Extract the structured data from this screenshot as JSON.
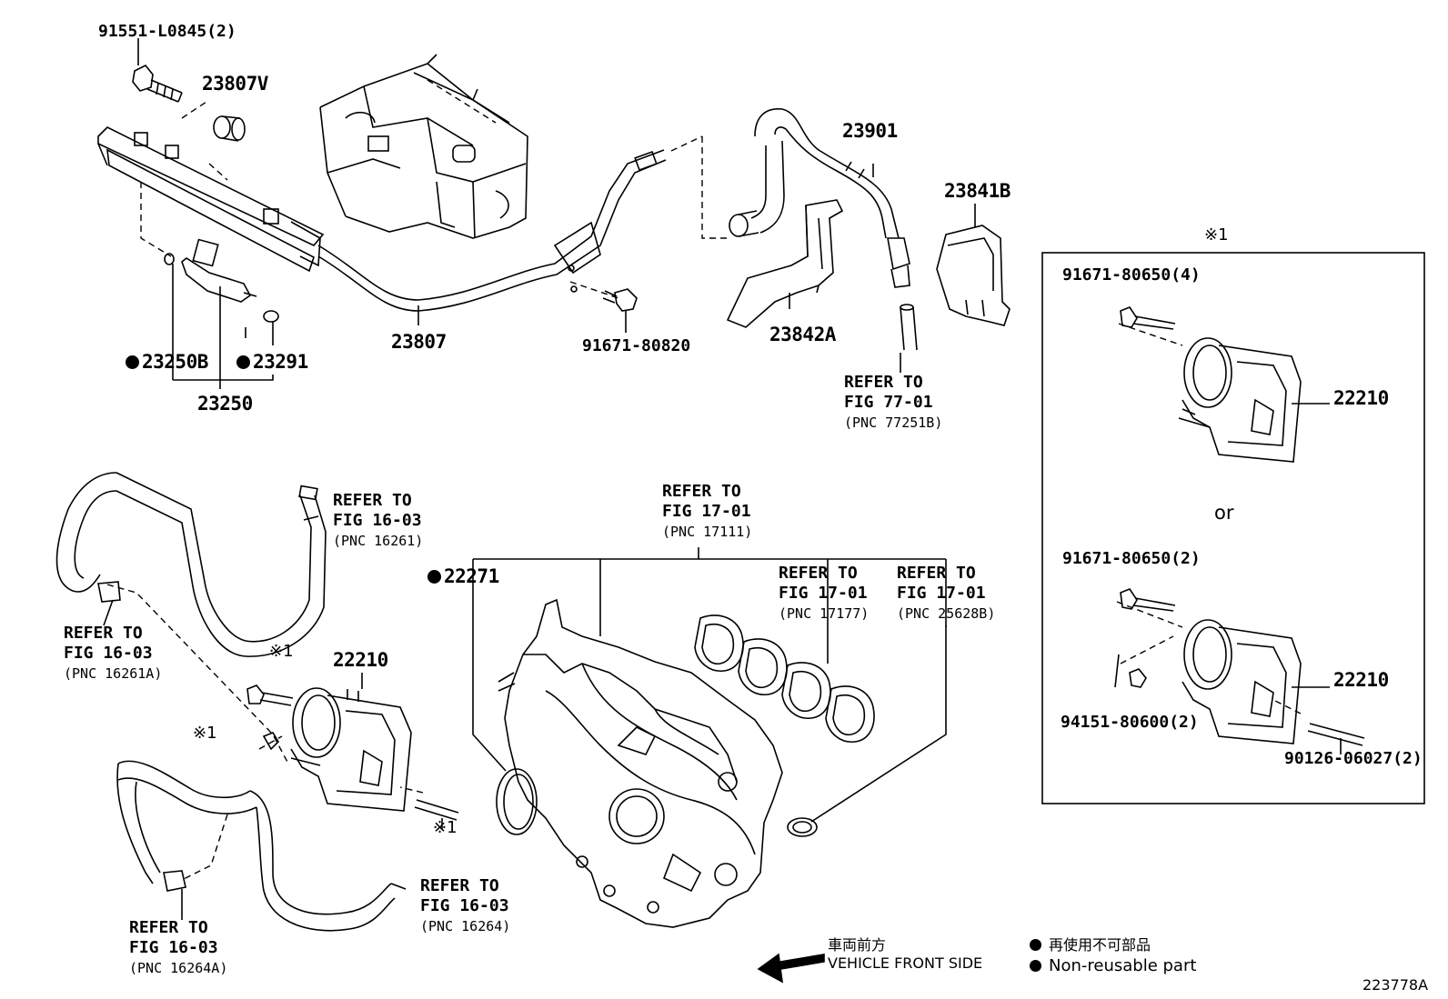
{
  "callouts": {
    "p91551": "91551-L0845(2)",
    "p23807V": "23807V",
    "p23807": "23807",
    "p91671_80820": "91671-80820",
    "p23250B": "23250B",
    "p23291": "23291",
    "p23250": "23250",
    "p23901": "23901",
    "p23841B": "23841B",
    "p23842A": "23842A",
    "p22271": "22271",
    "p22210_main": "22210",
    "p22210_box_a": "22210",
    "p22210_box_b": "22210",
    "p91671_80650_4": "91671-80650(4)",
    "p91671_80650_2": "91671-80650(2)",
    "p94151": "94151-80600(2)",
    "p90126": "90126-06027(2)",
    "or": "or",
    "note_box": "※1",
    "note_bolt": "※1",
    "note_nut": "※1",
    "note_stud": "※1"
  },
  "references": {
    "r77": {
      "line1": "REFER TO",
      "line2": "FIG 77-01",
      "pnc": "(PNC 77251B)"
    },
    "r16261": {
      "line1": "REFER TO",
      "line2": "FIG 16-03",
      "pnc": "(PNC 16261)"
    },
    "r16261A": {
      "line1": "REFER TO",
      "line2": "FIG 16-03",
      "pnc": "(PNC 16261A)"
    },
    "r17111": {
      "line1": "REFER TO",
      "line2": "FIG 17-01",
      "pnc": "(PNC 17111)"
    },
    "r17177": {
      "line1": "REFER TO",
      "line2": "FIG 17-01",
      "pnc": "(PNC 17177)"
    },
    "r25628B": {
      "line1": "REFER TO",
      "line2": "FIG 17-01",
      "pnc": "(PNC 25628B)"
    },
    "r16264": {
      "line1": "REFER TO",
      "line2": "FIG 16-03",
      "pnc": "(PNC 16264)"
    },
    "r16264A": {
      "line1": "REFER TO",
      "line2": "FIG 16-03",
      "pnc": "(PNC 16264A)"
    }
  },
  "legend": {
    "front_jp": "車両前方",
    "front_en": "VEHICLE FRONT SIDE",
    "nonreuse_jp": "再使用不可部品",
    "nonreuse_en": "Non-reusable part"
  },
  "figure_id": "223778A"
}
